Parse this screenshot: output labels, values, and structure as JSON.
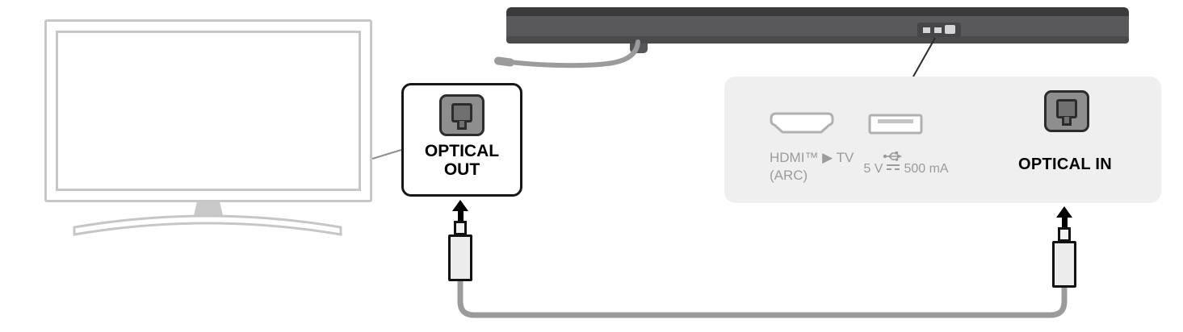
{
  "optical_out_callout": {
    "line1": "OPTICAL",
    "line2": "OUT"
  },
  "ports_panel": {
    "hdmi": {
      "line1": "HDMI™ ▶ TV",
      "line2": "(ARC)"
    },
    "usb": {
      "volts": "5 V",
      "current": "500 mA"
    },
    "optical_in": {
      "label": "OPTICAL IN"
    }
  },
  "icons": {
    "optical_port": "square TOSLINK optical connector",
    "hdmi_port": "HDMI connector outline",
    "usb_port": "USB-A port outline",
    "usb_symbol": "USB trident symbol",
    "dc_symbol": "direct-current solid-over-dashed symbol",
    "up_arrow": "▲"
  },
  "colors": {
    "panel_bg": "#efefef",
    "outline_light": "#c7c7c7",
    "muted_text": "#9b9b9b",
    "cable_gray": "#9b9b9b",
    "soundbar_body": "#59595c",
    "soundbar_top": "#3a3a3d",
    "ink": "#000000"
  }
}
